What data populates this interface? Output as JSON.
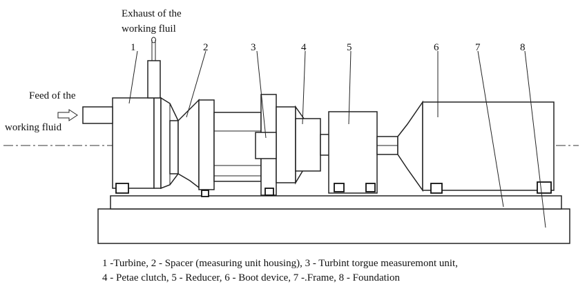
{
  "labels": {
    "exhaust_line1": "Exhaust of the",
    "exhaust_line2": "working fluil",
    "feed_line1": "Feed of the",
    "feed_line2": "working fluid"
  },
  "numbers": [
    "1",
    "2",
    "3",
    "4",
    "5",
    "6",
    "7",
    "8"
  ],
  "caption": {
    "line1": "1 -Turbine, 2 - Spacer (measuring unit housing), 3 - Turbint torgue measuremont unit,",
    "line2": "4 - Petae clutch, 5 - Reducer, 6 -  Boot device, 7 -.Frame,  8 - Foundation"
  }
}
